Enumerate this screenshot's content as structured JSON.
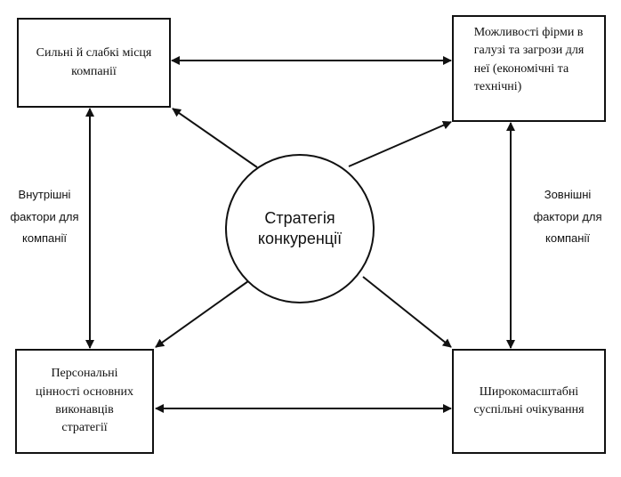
{
  "diagram": {
    "center": "Стратегія\nконкуренції",
    "top_left": "Сильні й слабкі місця\nкомпанії",
    "top_right": "Можливості фірми в\nгалузі та загрози для\nнеї (економічні та\nтехнічні)",
    "bottom_left": "Персональні\nцінності основних\nвиконавців\nстратегії",
    "bottom_right": "Широкомасштабні\nсуспільні очікування",
    "left_label": "Внутрішні\nфактори для\nкомпанії",
    "right_label": "Зовнішні\nфактори для\nкомпанії"
  }
}
